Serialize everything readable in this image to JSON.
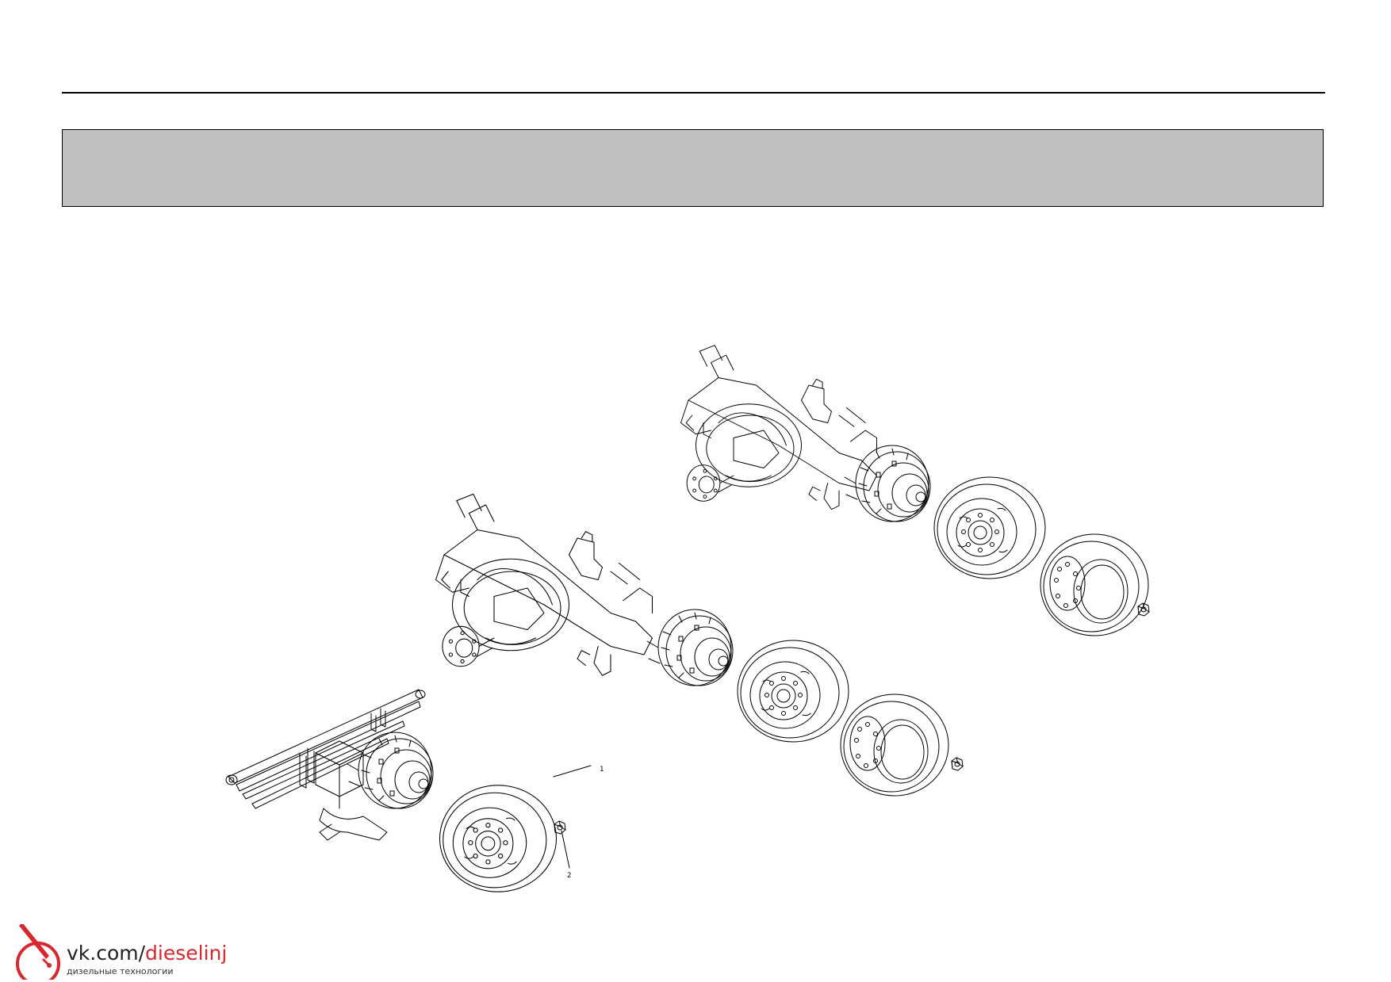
{
  "callouts": {
    "item1": "1",
    "item2": "2"
  },
  "logo": {
    "site_prefix": "vk.com/",
    "site_suffix": "dieselinj",
    "tagline": "дизельные технологии",
    "accent_color": "#d9272e"
  }
}
